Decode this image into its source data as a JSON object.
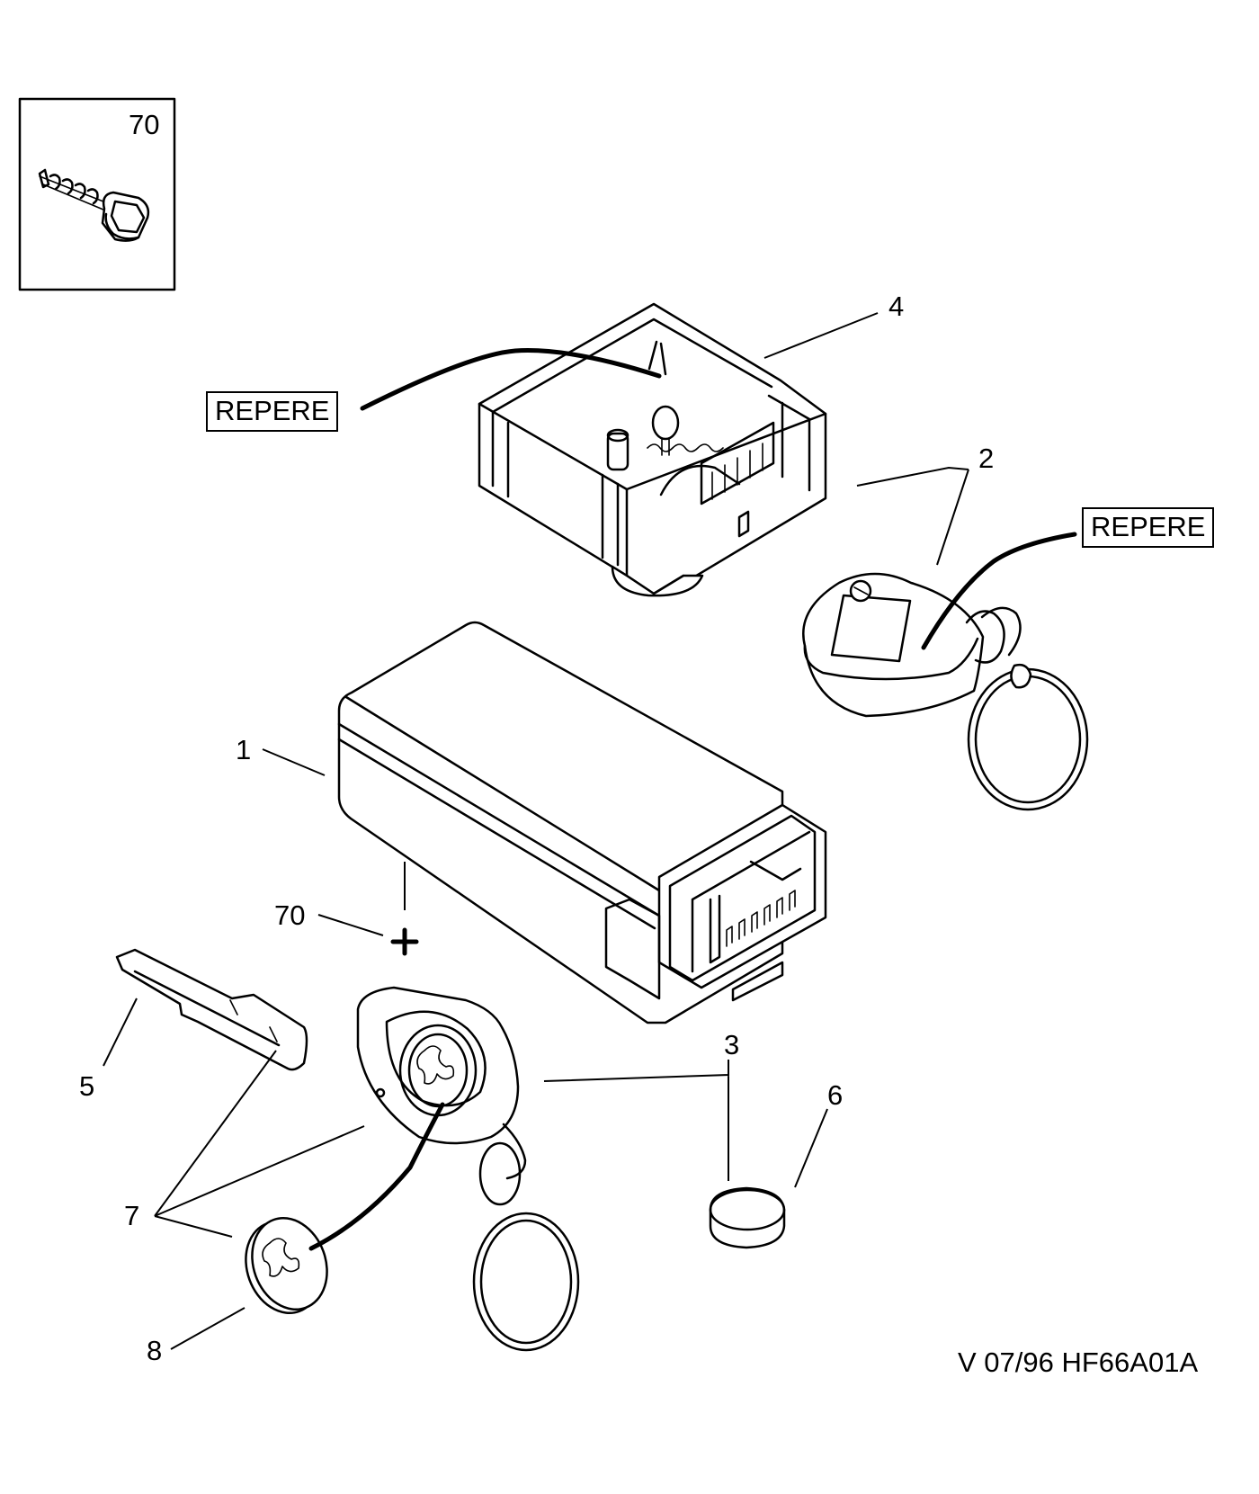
{
  "inset": {
    "label": "70"
  },
  "callouts": {
    "c1": "1",
    "c2": "2",
    "c3": "3",
    "c4": "4",
    "c5": "5",
    "c6": "6",
    "c7": "7",
    "c8": "8",
    "c70": "70"
  },
  "repere_top": "REPERE",
  "repere_right": "REPERE",
  "reference": "V 07/96 HF66A01A"
}
